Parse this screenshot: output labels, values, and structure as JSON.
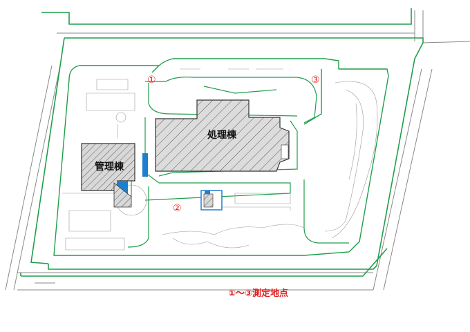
{
  "map": {
    "buildings": {
      "processing": "処理棟",
      "admin": "管理棟"
    },
    "markers": [
      {
        "id": "m1",
        "label": "①"
      },
      {
        "id": "m2",
        "label": "②"
      },
      {
        "id": "m3",
        "label": "③"
      }
    ],
    "legend": "①～③測定地点",
    "colors": {
      "outline": "#1f9e4a",
      "building_blue": "#1e7fd0",
      "marker_red": "#e02020",
      "hatch": "#444444"
    }
  }
}
